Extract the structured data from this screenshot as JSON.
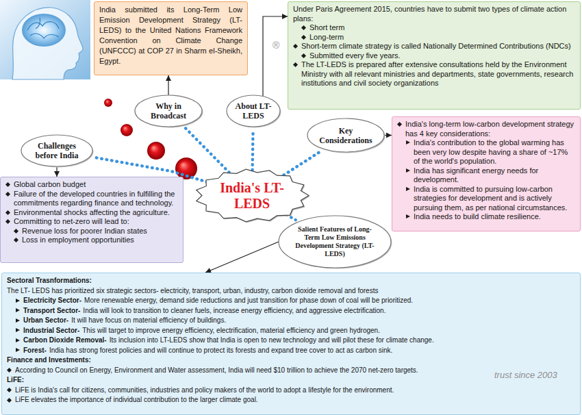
{
  "diagram": {
    "nodes": [
      {
        "text": [
          "India submitted its Long-Term Low Emission Development Strategy (LT-LEDS) to the United Nations Framework Convention on Climate Change (UNFCCC) at COP 27 in Sharm el-Sheikh, Egypt."
        ]
      },
      {
        "text": [
          "Under Paris Agreement 2015, countries have to submit two types of climate action plans:",
          "Short term",
          "Long-term",
          "Short-term climate strategy is called Nationally Determined Contributions (NDCs)",
          "Submitted every five years.",
          "The LT-LEDS is prepared after extensive consultations held by the Environment Ministry with all relevant ministries and departments, state governments, research institutions and civil society organizations"
        ]
      },
      {
        "text": [
          "Why in Broadcast"
        ]
      },
      {
        "text": [
          "About LT-LEDS"
        ]
      },
      {
        "text": [
          "Key Considerations"
        ]
      },
      {
        "text": [
          "India's long-term low-carbon development strategy has 4 key considerations:",
          "India's contribution to the global warming has been very low despite having a share of ~17% of the world's population.",
          "India has significant energy needs for development.",
          "India is committed to pursuing low-carbon strategies for development and is actively pursuing them, as per national circumstances.",
          "India needs to build climate resilience."
        ]
      },
      {
        "text": [
          "Challenges before India"
        ]
      },
      {
        "text": [
          "India's LT-LEDS"
        ]
      },
      {
        "text": [
          "Global carbon budget",
          "Failure of the developed countries in fulfilling the commitments regarding finance and technology.",
          "Environmental shocks affecting the agriculture.",
          "Committing to net-zero will lead to:",
          "Revenue loss for poorer Indian states",
          "Loss in employment opportunities"
        ]
      },
      {
        "text": [
          "Salient Features of Long-Term Low Emissions Development Strategy (LT-LEDS)"
        ]
      },
      {
        "text": [
          "Sectoral Trasnformations:",
          "The LT- LEDS has prioritized six strategic sectors- electricity, transport, urban, industry, carbon dioxide removal and forests",
          "Electricity Sector-",
          "More renewable energy, demand side reductions and just transition for phase down of coal will be prioritized.",
          "Transport Sector-",
          "India will look to transition to cleaner fuels, increase energy efficiency, and aggressive electrification.",
          "Urban Sector-",
          "It will have focus on material efficiency of buildings.",
          "Industrial Sector-",
          "This will target to improve energy efficiency, electrification, material efficiency and green hydrogen.",
          "Carbon Dioxide Removal-",
          "Its inclusion into LT-LEDS show that India is open to new technology and will pilot these for climate change.",
          "Forest-",
          "India has strong forest policies and will continue to protect its forests and expand tree cover to act as carbon sink.",
          "Finance and Investments:",
          "According to Council on Energy, Environment and Water assessment, India will need $10 trillion to achieve the 2070 net-zero targets.",
          "LiFE:",
          "LiFE is India's call for citizens, communities, industries and policy makers of the world to adopt a lifestyle for the environment.",
          "LiFE elevates the importance of individual contribution to the larger climate goal."
        ]
      }
    ],
    "edges": [
      {
        "from": 2,
        "to": 0,
        "arrow": "to"
      },
      {
        "from": 3,
        "to": 1,
        "arrow": "to"
      },
      {
        "from": 4,
        "to": 5,
        "arrow": "to"
      },
      {
        "from": 6,
        "to": 8,
        "arrow": "to"
      },
      {
        "from": 9,
        "to": 10,
        "arrow": "to"
      },
      {
        "from": 7,
        "to": 2,
        "arrow": "none"
      },
      {
        "from": 7,
        "to": 3,
        "arrow": "none"
      },
      {
        "from": 7,
        "to": 4,
        "arrow": "none"
      },
      {
        "from": 7,
        "to": 6,
        "arrow": "none"
      },
      {
        "from": 7,
        "to": 9,
        "arrow": "none"
      }
    ],
    "labels": [
      "®",
      "trust since 2003"
    ]
  }
}
